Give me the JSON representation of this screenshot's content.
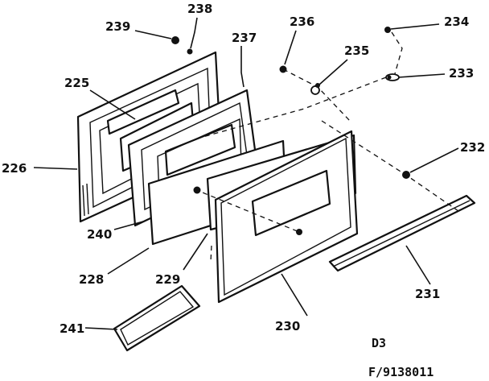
{
  "labels": {
    "l239": "239",
    "l238": "238",
    "l237": "237",
    "l236": "236",
    "l235": "235",
    "l234": "234",
    "l233": "233",
    "l225": "225",
    "l226": "226",
    "l232": "232",
    "l240": "240",
    "l228": "228",
    "l229": "229",
    "l230": "230",
    "l231": "231",
    "l241": "241"
  },
  "footer": {
    "d3": "D3",
    "figure": "F/9138011"
  }
}
